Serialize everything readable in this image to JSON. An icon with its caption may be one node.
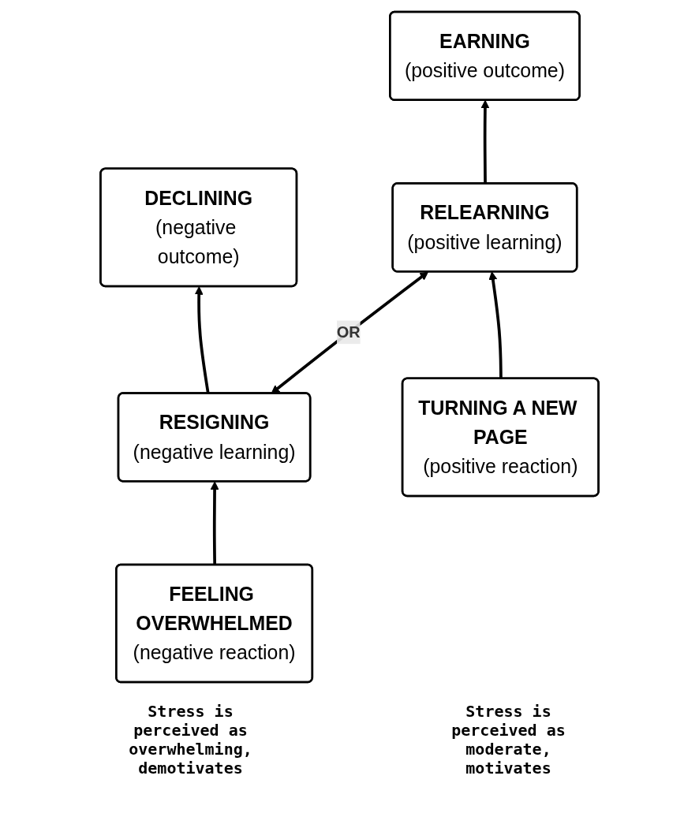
{
  "diagram": {
    "nodes": [
      {
        "text": [
          "DECLINING",
          "(negative outcome)"
        ]
      },
      {
        "text": [
          "EARNING",
          "(positive outcome)"
        ]
      },
      {
        "text": [
          "RESIGNING",
          "(negative learning)"
        ]
      },
      {
        "text": [
          "RELEARNING",
          "(positive learning)"
        ]
      },
      {
        "text": [
          "FEELING OVERWHELMED",
          "(negative reaction)"
        ]
      },
      {
        "text": [
          "TURNING A NEW PAGE",
          "(positive reaction)"
        ]
      }
    ],
    "edges": [
      {
        "from": 2,
        "to": 0,
        "arrow": "to"
      },
      {
        "from": 3,
        "to": 1,
        "arrow": "to"
      },
      {
        "from": 2,
        "to": 3,
        "arrow": "both",
        "label": "OR"
      },
      {
        "from": 4,
        "to": 2,
        "arrow": "to"
      },
      {
        "from": 5,
        "to": 3,
        "arrow": "to"
      }
    ],
    "labels": [
      "Stress is perceived as overwhelming, demotivates",
      "Stress is perceived as moderate, motivates"
    ]
  }
}
